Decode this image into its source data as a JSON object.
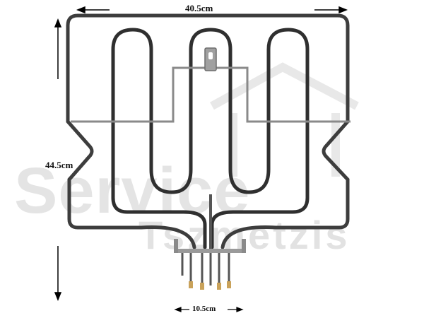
{
  "dimensions": {
    "width_label": "40.5cm",
    "height_label": "44.5cm",
    "terminal_label": "10.5cm"
  },
  "watermark": {
    "line1": "Service",
    "line2": "Tszmetzis",
    "color": "#cfcfcf"
  },
  "colors": {
    "element": "#3a3a3a",
    "bracket": "#8a8a8a",
    "arrow": "#000000",
    "background": "#ffffff"
  }
}
